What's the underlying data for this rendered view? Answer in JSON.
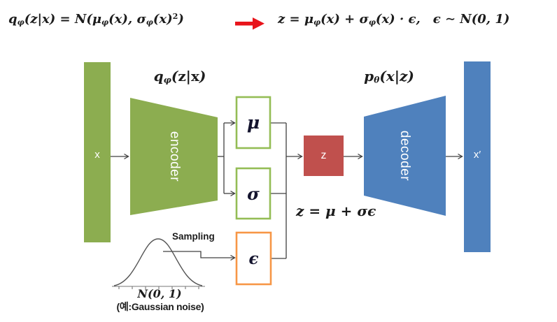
{
  "title_formulas": {
    "left_segments": [
      {
        "t": "q",
        "st": "i"
      },
      {
        "t": "φ",
        "st": "sub"
      },
      {
        "t": "(z|x) = ",
        "st": "i"
      },
      {
        "t": "N",
        "st": "cal"
      },
      {
        "t": "(",
        "st": "i"
      },
      {
        "t": "μ",
        "st": "i"
      },
      {
        "t": "φ",
        "st": "sub"
      },
      {
        "t": "(x), ",
        "st": "i"
      },
      {
        "t": "σ",
        "st": "i"
      },
      {
        "t": "φ",
        "st": "sub"
      },
      {
        "t": "(x)",
        "st": "i"
      },
      {
        "t": "2",
        "st": "sup"
      },
      {
        "t": ")",
        "st": "i"
      }
    ],
    "right_segments": [
      {
        "t": "z = ",
        "st": "i"
      },
      {
        "t": "μ",
        "st": "i"
      },
      {
        "t": "φ",
        "st": "sub"
      },
      {
        "t": "(x) + ",
        "st": "i"
      },
      {
        "t": "σ",
        "st": "i"
      },
      {
        "t": "φ",
        "st": "sub"
      },
      {
        "t": "(x) · ϵ,",
        "st": "i"
      },
      {
        "t": " ",
        "st": "i"
      },
      {
        "t": "ϵ ∼ ",
        "st": "i"
      },
      {
        "t": "N",
        "st": "cal"
      },
      {
        "t": "(0, 1)",
        "st": "i"
      }
    ]
  },
  "diagram": {
    "input_bar": {
      "label": "x"
    },
    "encoder": {
      "label": "encoder",
      "dist_segments": [
        {
          "t": "q",
          "st": "i"
        },
        {
          "t": "φ",
          "st": "sub"
        },
        {
          "t": "(",
          "st": "i"
        },
        {
          "t": "z",
          "st": "bi"
        },
        {
          "t": "|",
          "st": "i"
        },
        {
          "t": "x",
          "st": "bi"
        },
        {
          "t": ")",
          "st": "i"
        }
      ]
    },
    "mu_box": {
      "label": "μ"
    },
    "sigma_box": {
      "label": "σ"
    },
    "epsilon_box": {
      "label": "ϵ"
    },
    "latent_box": {
      "label": "z"
    },
    "reparam_segments": [
      {
        "t": "z = μ + σϵ",
        "st": "i"
      }
    ],
    "decoder": {
      "label": "decoder",
      "dist_segments": [
        {
          "t": "p",
          "st": "i"
        },
        {
          "t": "θ",
          "st": "sub"
        },
        {
          "t": "(x|z)",
          "st": "i"
        }
      ]
    },
    "output_bar": {
      "label": "x′"
    },
    "sampling": {
      "label": "Sampling",
      "dist_segments": [
        {
          "t": "N",
          "st": "cal"
        },
        {
          "t": "(0, 1)",
          "st": "i"
        }
      ],
      "caption": "(예:Gaussian noise)"
    }
  },
  "colors": {
    "green_fill": "#8cad50",
    "green_border": "#94bd55",
    "blue_fill": "#4f81bd",
    "red_fill": "#c0504d",
    "orange_border": "#f79646",
    "flow_arrow_red": "#e8141b",
    "connector": "#404040",
    "curve": "#555555",
    "axis": "#777777"
  }
}
